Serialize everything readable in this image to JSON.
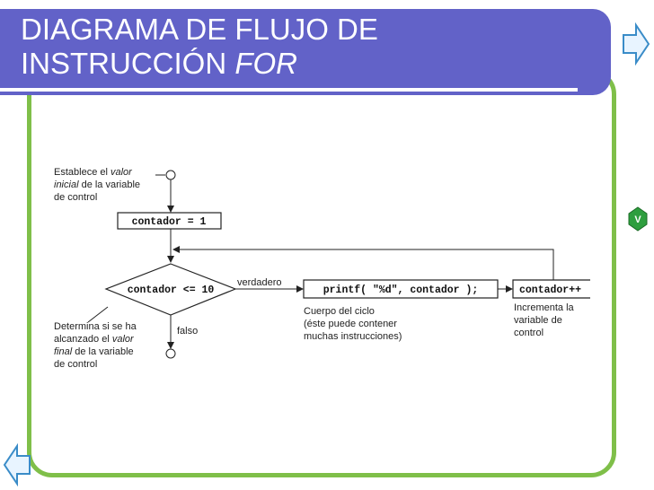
{
  "title": {
    "line1": "DIAGRAMA DE FLUJO DE",
    "line2_prefix": "INSTRUCCIÓN ",
    "line2_italic": "FOR"
  },
  "colors": {
    "title_bar": "#6262c8",
    "frame": "#7fbf49",
    "arrow_fill": "#e8f4ff",
    "arrow_stroke": "#3a8cc8",
    "badge": "#2e9e3e"
  },
  "badge_label": "V",
  "diagram": {
    "init_note": {
      "line1_prefix": "Establece el ",
      "line1_italic": "valor",
      "line2_italic": "inicial",
      "line2_suffix": " de la variable",
      "line3": "de control"
    },
    "init_box": "contador = 1",
    "decision": "contador <= 10",
    "true_label": "verdadero",
    "false_label": "falso",
    "body_box": "printf( \"%d\", contador );",
    "increment_box": "contador++",
    "body_note": [
      "Cuerpo del ciclo",
      "(éste puede contener",
      "muchas instrucciones)"
    ],
    "increment_note": [
      "Incrementa la",
      "variable de",
      "control"
    ],
    "decision_note": {
      "line1": "Determina si se ha",
      "line2_prefix": "alcanzado el ",
      "line2_italic": "valor",
      "line3_italic": "final",
      "line3_suffix": " de la variable",
      "line4": "de control"
    }
  }
}
